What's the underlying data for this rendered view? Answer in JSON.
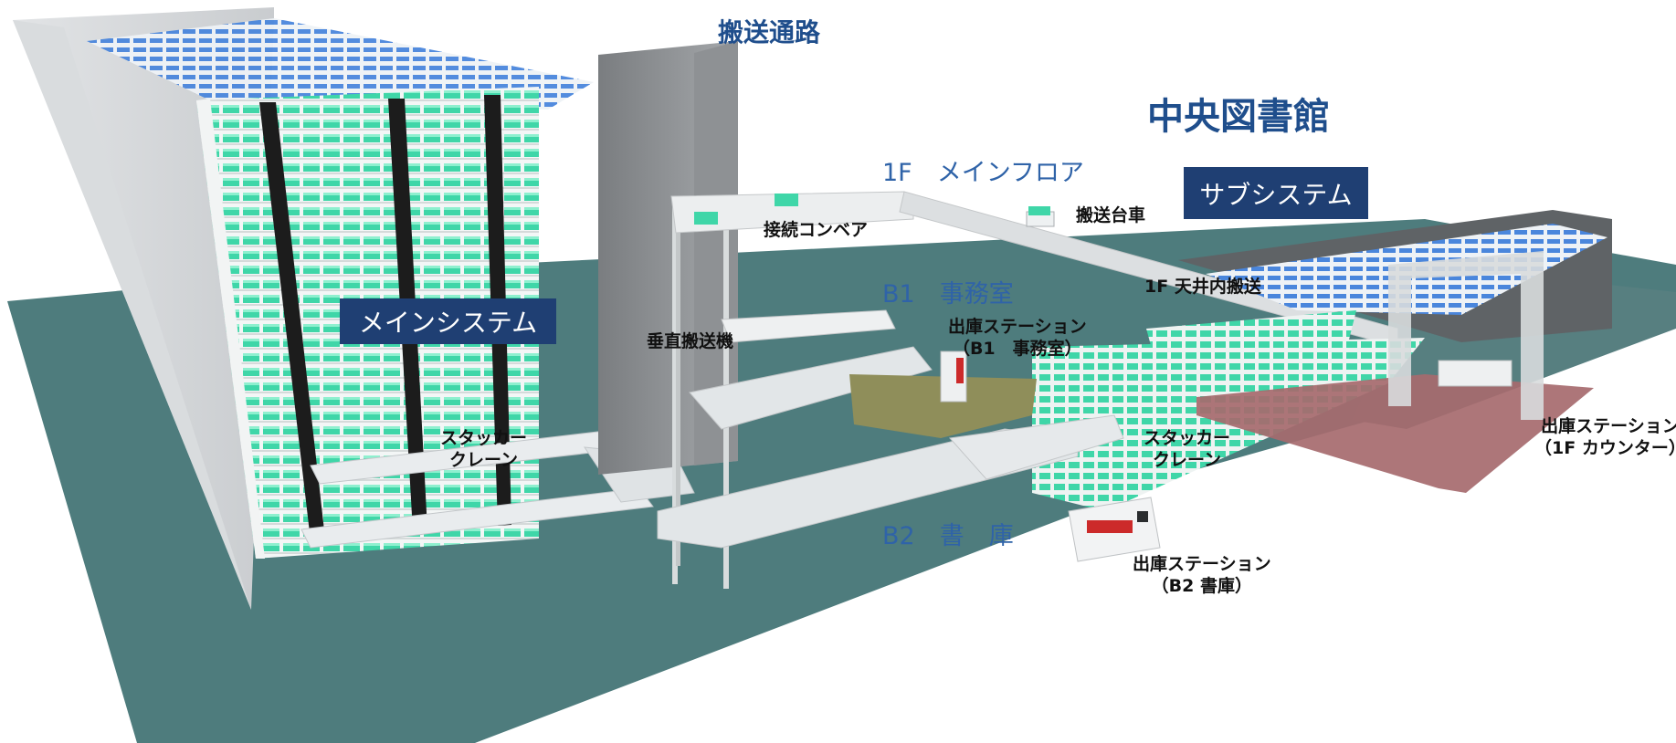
{
  "titles": {
    "transport_passage": "搬送通路",
    "central_library": "中央図書館"
  },
  "systems": {
    "main": "メインシステム",
    "sub": "サブシステム"
  },
  "floors": {
    "f1": "1F　メインフロア",
    "b1": "B1　事務室",
    "b2": "B2　書　庫"
  },
  "labels": {
    "connection_conveyor": "接続コンベア",
    "transport_cart": "搬送台車",
    "ceiling_transport": "1F 天井内搬送",
    "vertical_conveyor": "垂直搬送機",
    "stacker_crane_left_1": "スタッカー",
    "stacker_crane_left_2": "クレーン",
    "stacker_crane_right_1": "スタッカー",
    "stacker_crane_right_2": "クレーン",
    "station_b1_1": "出庫ステーション",
    "station_b1_2": "（B1　事務室）",
    "station_1f_1": "出庫ステーション",
    "station_1f_2": "（1F カウンター）",
    "station_b2_1": "出庫ステーション",
    "station_b2_2": "（B2 書庫）"
  },
  "colors": {
    "floor_slab": "#4e7c7d",
    "bin_green": "#3fd6a8",
    "bin_blue": "#3f7fd6",
    "rack_frame": "#e8ecee",
    "wall": "#c8cbcd",
    "station_1f_area": "#a66a6e",
    "station_b1_area": "#8f8e5a",
    "system_box": "#1f3f73",
    "title_text": "#1f4e8c"
  }
}
